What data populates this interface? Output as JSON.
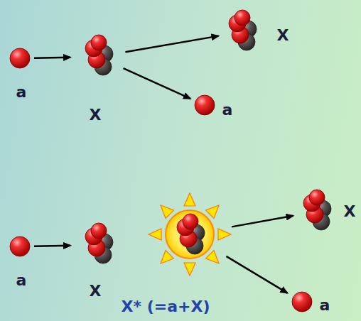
{
  "diagram": {
    "nodes": [
      {
        "text": [
          "a"
        ]
      },
      {
        "text": [
          "X"
        ]
      },
      {
        "text": [
          "X"
        ]
      },
      {
        "text": [
          "a"
        ]
      },
      {
        "text": [
          "a"
        ]
      },
      {
        "text": [
          "X"
        ]
      },
      {
        "text": [
          "X* (=a+X)"
        ]
      },
      {
        "text": [
          "X"
        ]
      },
      {
        "text": [
          "a"
        ]
      }
    ],
    "edges": [
      {
        "from": 0,
        "to": 1,
        "arrow": "to"
      },
      {
        "from": 1,
        "to": 2,
        "arrow": "to"
      },
      {
        "from": 1,
        "to": 3,
        "arrow": "to"
      },
      {
        "from": 4,
        "to": 5,
        "arrow": "to"
      },
      {
        "from": 6,
        "to": 7,
        "arrow": "to"
      },
      {
        "from": 6,
        "to": 8,
        "arrow": "to"
      }
    ]
  }
}
